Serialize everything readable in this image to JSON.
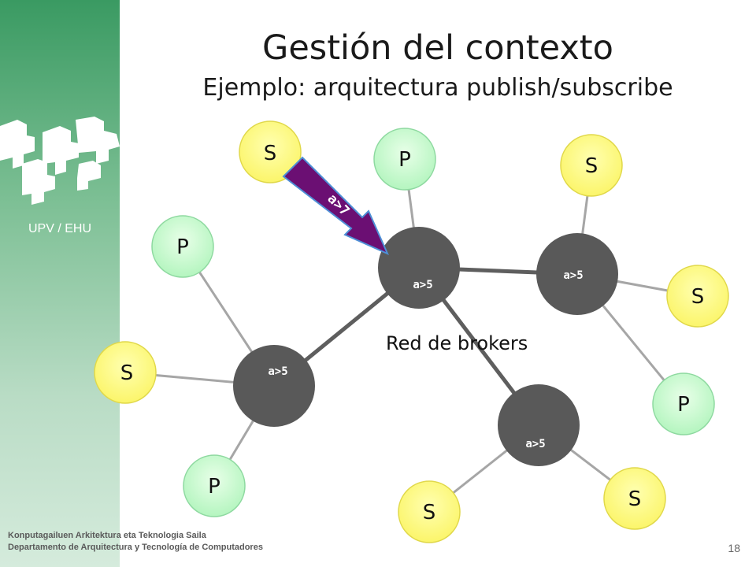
{
  "header": {
    "title": "Gestión del contexto",
    "subtitle": "Ejemplo: arquitectura publish/subscribe"
  },
  "sidebar": {
    "logo_text": "UPV / EHU"
  },
  "footer": {
    "line1": "Konputagailuen Arkitektura eta Teknologia Saila",
    "line2": "Departamento  de Arquitectura  y Tecnología de Computadores",
    "page_number": "18"
  },
  "diagram": {
    "network_label": "Red de brokers",
    "arrow_label": "a>7",
    "brokers": [
      {
        "id": "b1",
        "filter": "a>5"
      },
      {
        "id": "b2",
        "filter": "a>5"
      },
      {
        "id": "b3",
        "filter": "a>5"
      },
      {
        "id": "b4",
        "filter": "a>5"
      }
    ],
    "clients": [
      {
        "id": "c1",
        "type": "S"
      },
      {
        "id": "c2",
        "type": "P"
      },
      {
        "id": "c3",
        "type": "S"
      },
      {
        "id": "c4",
        "type": "P"
      },
      {
        "id": "c5",
        "type": "S"
      },
      {
        "id": "c6",
        "type": "S"
      },
      {
        "id": "c7",
        "type": "P"
      },
      {
        "id": "c8",
        "type": "P"
      },
      {
        "id": "c9",
        "type": "S"
      },
      {
        "id": "c10",
        "type": "S"
      }
    ],
    "colors": {
      "subscriber": "#ffff80",
      "publisher": "#c8ffc8",
      "broker": "#595959",
      "arrow": "#6b0f73"
    }
  }
}
